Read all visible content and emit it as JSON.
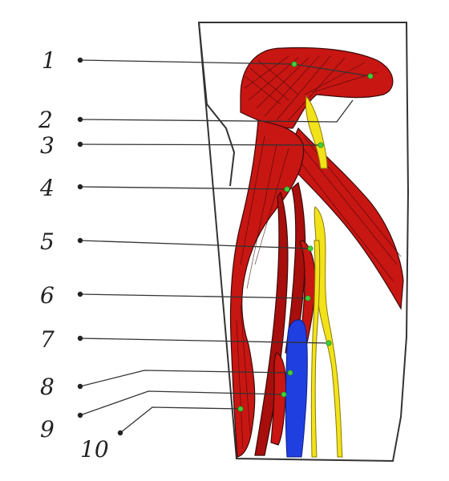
{
  "labels": [
    {
      "number": "1"
    },
    {
      "number": "2"
    },
    {
      "number": "3"
    },
    {
      "number": "4"
    },
    {
      "number": "5"
    },
    {
      "number": "6"
    },
    {
      "number": "7"
    },
    {
      "number": "8"
    },
    {
      "number": "9"
    },
    {
      "number": "10"
    }
  ],
  "colors": {
    "muscle": "#c81612",
    "nerve": "#f2e21a",
    "vein": "#1f3fe0",
    "marker": "#3fd03a",
    "outline": "#333333"
  }
}
